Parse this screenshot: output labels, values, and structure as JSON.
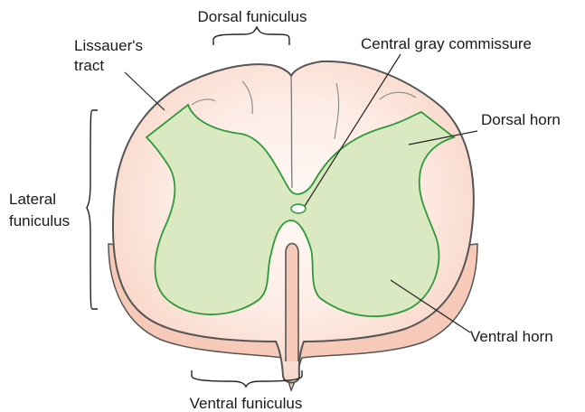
{
  "labels": {
    "dorsal_funiculus": "Dorsal funiculus",
    "lissauer_line1": "Lissauer's",
    "lissauer_line2": "tract",
    "central_gray_commissure": "Central gray commissure",
    "dorsal_horn": "Dorsal horn",
    "lateral_line1": "Lateral",
    "lateral_line2": "funiculus",
    "ventral_horn": "Ventral horn",
    "ventral_funiculus": "Ventral funiculus"
  },
  "colors": {
    "white_matter_fill": "#fbe3db",
    "white_matter_shadow": "#f6c9b8",
    "outline": "#555555",
    "gray_matter_fill": "#dbe9c2",
    "gray_matter_stroke": "#2e9a3a",
    "leader_line": "#222222"
  }
}
